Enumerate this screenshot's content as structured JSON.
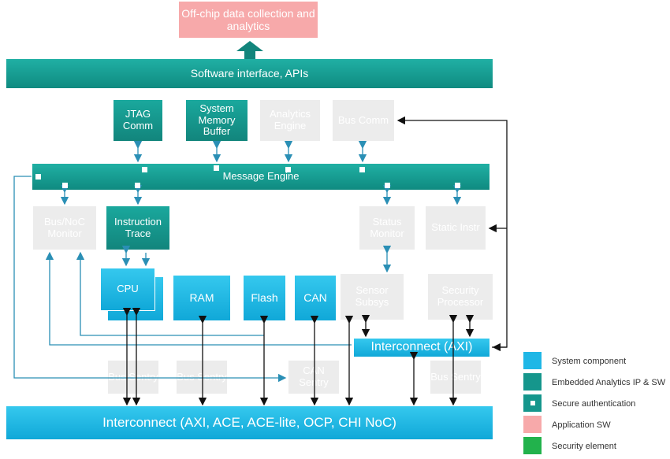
{
  "top": {
    "app_sw": "Off-chip data collection and analytics",
    "software": "Software interface, APIs"
  },
  "blocks": {
    "jtag": "JTAG Comm",
    "sysmem": "System Memory Buffer",
    "analytics": "Analytics Engine",
    "buscomm": "Bus Comm",
    "message": "Message Engine",
    "busnoc": "Bus/NoC Monitor",
    "itrace": "Instruction Trace",
    "status": "Status Monitor",
    "static": "Static Instr",
    "cpu": "CPU",
    "ram": "RAM",
    "flash": "Flash",
    "can": "CAN",
    "sensor": "Sensor Subsys",
    "secproc": "Security Processor",
    "interconnect_axi": "Interconnect (AXI)",
    "bus_sentry": "Bus Sentry",
    "can_sentry": "CAN Sentry",
    "interconnect_main": "Interconnect (AXI, ACE, ACE-lite, OCP, CHI NoC)"
  },
  "legend": [
    {
      "label": "System component",
      "color": "#1fb7e6"
    },
    {
      "label": "Embedded Analytics IP & SW",
      "color": "#15968c"
    },
    {
      "label": "Secure authentication",
      "color": "#15968c"
    },
    {
      "label": "Application SW",
      "color": "#f7a9aa"
    },
    {
      "label": "Security element",
      "color": "#22b24c"
    }
  ],
  "colors": {
    "teal": "#15968c",
    "cyan": "#1fb7e6",
    "ghost": "#ececec",
    "pink": "#f7a9aa"
  }
}
